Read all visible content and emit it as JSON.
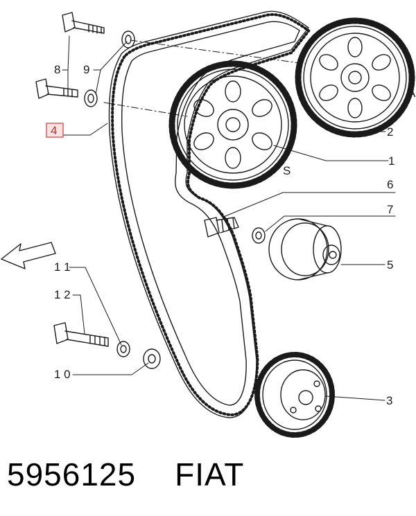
{
  "diagram": {
    "labels": {
      "p1": "1",
      "p2": "2",
      "p3": "3",
      "p4": "4",
      "p5": "5",
      "p6": "6",
      "p7": "7",
      "p8": "8",
      "p9": "9",
      "p10": "1 0",
      "p11": "1 1",
      "p12": "1 2",
      "letter_a": "A",
      "letter_s": "S"
    },
    "highlighted_part": "4",
    "highlight_color": "#d23b3b",
    "line_color": "#1a1a1a"
  },
  "caption": {
    "part_number": "5956125",
    "brand": "FIAT"
  }
}
